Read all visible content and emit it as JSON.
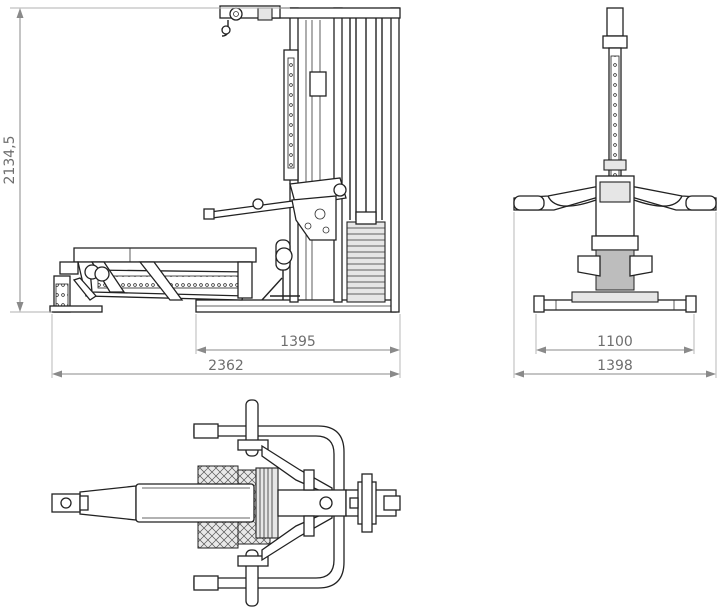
{
  "dimensions": {
    "side_height": "2134,5",
    "side_frame_length": "1395",
    "side_total_length": "2362",
    "front_base_width": "1100",
    "front_total_width": "1398"
  },
  "colors": {
    "line": "#222222",
    "dimension": "#8a8a8a",
    "text": "#6e6e6e"
  }
}
